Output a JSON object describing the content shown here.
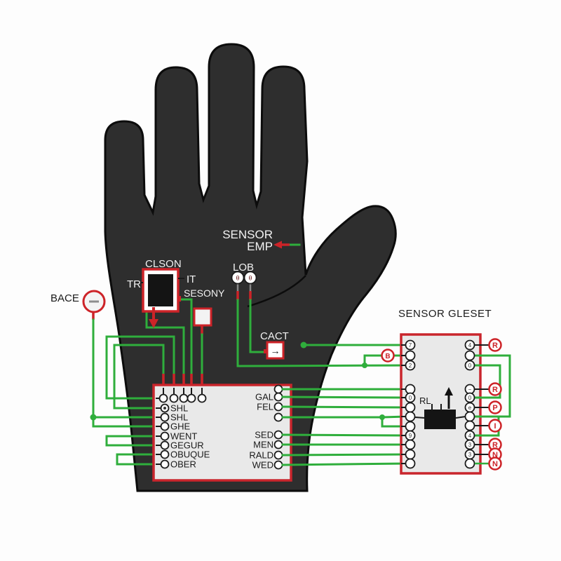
{
  "diagram": {
    "glove_annotations": {
      "sensor_emp": {
        "line1": "SENSOR",
        "line2": "EMP"
      },
      "chip": {
        "title": "CLSON",
        "pin_left": "TR",
        "pin_top_right": "IT",
        "pin_bottom_right": "SESONY"
      },
      "lob": {
        "label": "LOB",
        "pin_glyphs": [
          "θ",
          "θ"
        ]
      },
      "cact": {
        "label": "CACT",
        "icon_glyph": "→"
      },
      "bace": {
        "label": "BACE"
      }
    },
    "wrist_module": {
      "left_pin_labels": [
        "SHL",
        "SHL",
        "GHE",
        "WENT",
        "GEGUR",
        "OBUQUE",
        "OBER"
      ],
      "right_pin_labels": [
        "GAL",
        "FEL",
        "SED",
        "MEN",
        "RALD",
        "WED"
      ]
    },
    "sensor_unit": {
      "title": "SENSOR GLESET",
      "component_label": "RL",
      "connector_b": "B",
      "left_pin_glyphs": [
        "7",
        "",
        "2",
        "",
        "0",
        "",
        "",
        "",
        "9",
        "",
        "",
        ""
      ],
      "right_pin_glyphs": [
        "4",
        "",
        "0",
        "−",
        "0",
        "e",
        "",
        "",
        "4",
        "3",
        "3",
        ""
      ],
      "terminal_letters": [
        "R",
        "R",
        "P",
        "I",
        "R",
        "N",
        "N"
      ]
    },
    "colors": {
      "wire_green": "#2fae3c",
      "accent_red": "#cd2328",
      "glove_fill": "#2e2e2e",
      "module_fill": "#e9e9e9"
    }
  }
}
